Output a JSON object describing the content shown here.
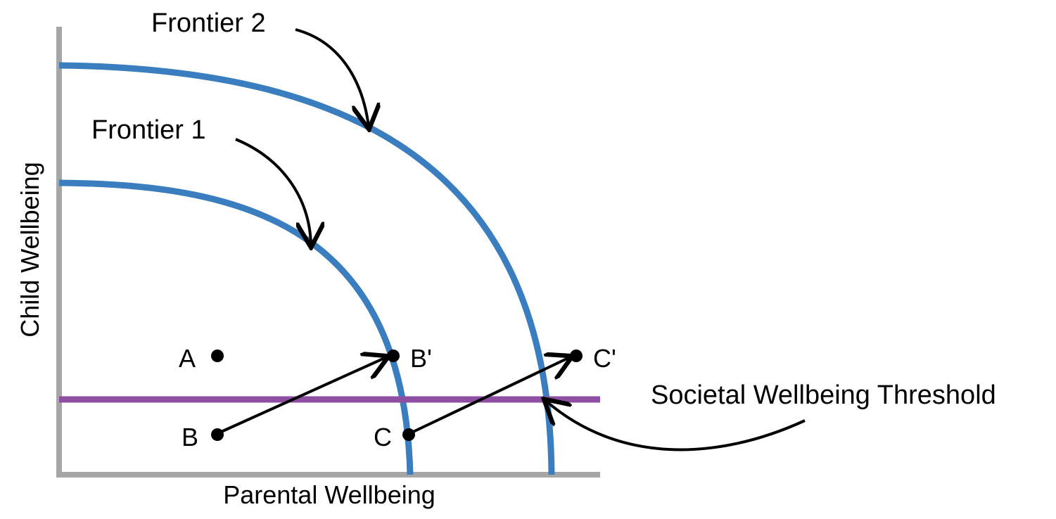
{
  "diagram": {
    "axes": {
      "x_label": "Parental Wellbeing",
      "y_label": "Child Wellbeing",
      "color": "#a6a6a6"
    },
    "frontiers": [
      {
        "label": "Frontier 1",
        "color": "#3a7ebf"
      },
      {
        "label": "Frontier 2",
        "color": "#3a7ebf"
      }
    ],
    "threshold": {
      "label": "Societal Wellbeing Threshold",
      "color": "#8e4fa3"
    },
    "points": [
      {
        "label": "A"
      },
      {
        "label": "B"
      },
      {
        "label": "B'"
      },
      {
        "label": "C"
      },
      {
        "label": "C'"
      }
    ],
    "arrow_color": "#000000"
  }
}
